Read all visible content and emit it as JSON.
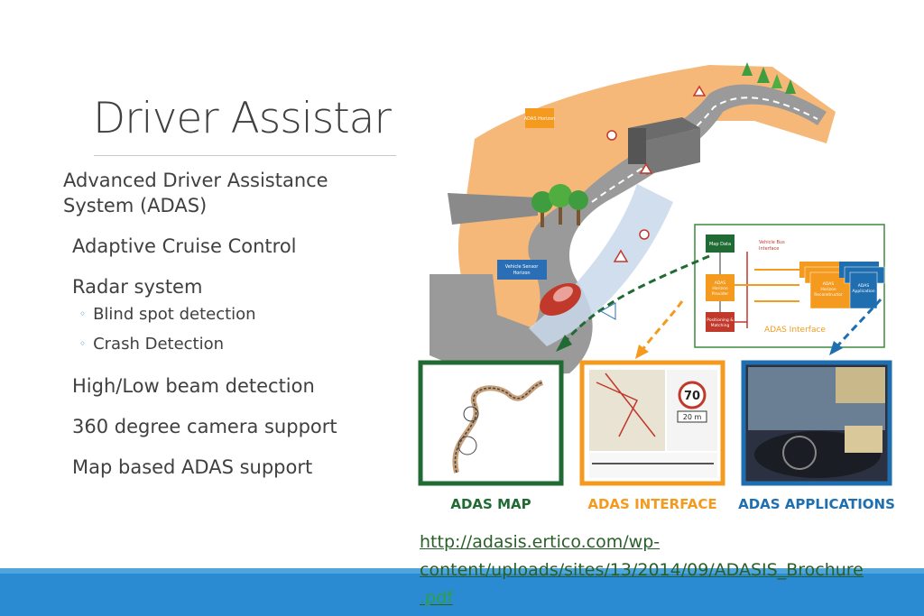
{
  "slide": {
    "title": "Driver Assistar",
    "intro": [
      "Advanced Driver Assistance",
      "System (ADAS)"
    ],
    "items": [
      {
        "text": "Adaptive Cruise Control"
      },
      {
        "text": "Radar system"
      },
      {
        "text": "Blind spot detection"
      },
      {
        "text": "Crash Detection"
      },
      {
        "text": "High/Low beam detection"
      },
      {
        "text": "360 degree camera support"
      },
      {
        "text": "Map based ADAS support"
      }
    ]
  },
  "figure": {
    "adas_horizon": "ADAS Horizon",
    "vehicle_sensor_horizon": [
      "Vehicle Sensor",
      "Horizon"
    ],
    "map_data": "Map Data",
    "vehicle_bus_interface": [
      "Vehicle Bus",
      "Interface"
    ],
    "adas_horizon_provider": [
      "ADAS",
      "Horizon",
      "Provider"
    ],
    "positioning_matching": [
      "Positioning &",
      "Matching"
    ],
    "adas_horizon_reconstructor": [
      "ADAS",
      "Horizon",
      "Reconstructor"
    ],
    "adas_application": [
      "ADAS",
      "Application"
    ],
    "adas_interface": "ADAS Interface",
    "speed_sign": "70",
    "distance": "20 m",
    "panel_labels": [
      "ADAS MAP",
      "ADAS INTERFACE",
      "ADAS APPLICATIONS"
    ]
  },
  "link": {
    "line1": "http://adasis.ertico.com/wp-",
    "line2": "content/uploads/sites/13/2014/09/ADASIS_Brochure",
    "line3": ".pdf"
  },
  "colors": {
    "accent": "#2a8ad2",
    "text": "#404040",
    "map_green": "#1f6b33",
    "interface_orange": "#f39a1f",
    "applications_blue": "#1f6fb0"
  }
}
